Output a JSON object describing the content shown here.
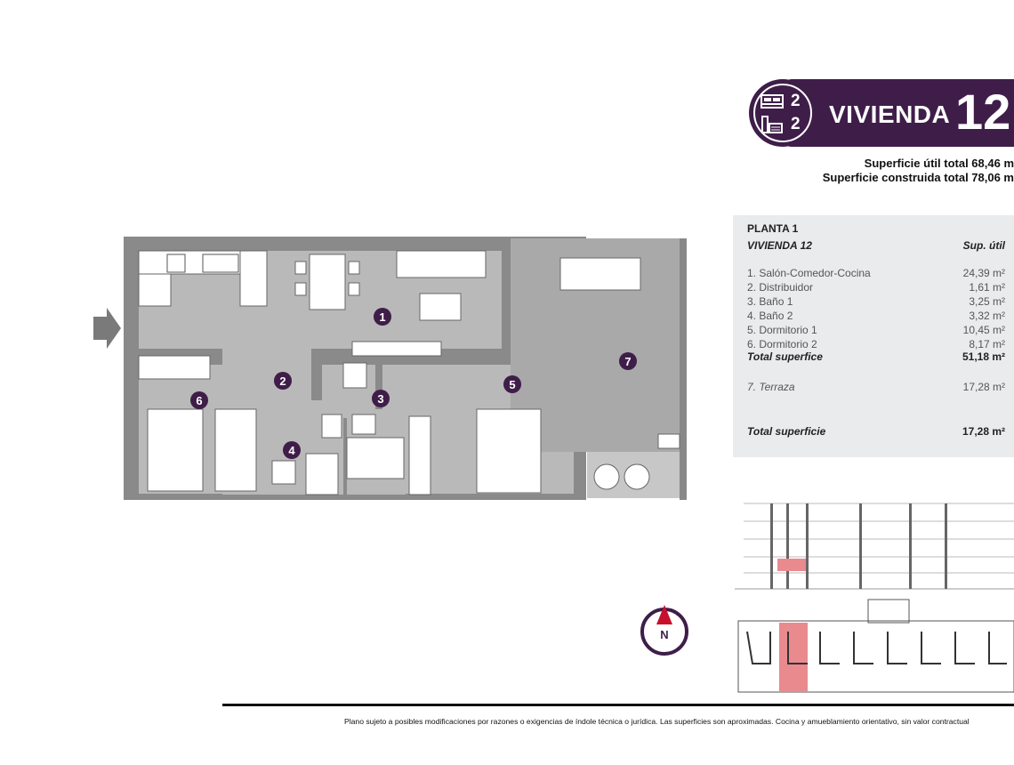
{
  "header": {
    "bedrooms": "2",
    "bathrooms": "2",
    "label": "VIVIENDA",
    "number": "12"
  },
  "totals": {
    "useful": "Superficie útil total 68,46 m",
    "built": "Superficie construida total 78,06 m"
  },
  "table": {
    "floor": "PLANTA 1",
    "unit": "VIVIENDA 12",
    "col_header": "Sup. útil",
    "rooms": [
      {
        "label": "1. Salón-Comedor-Cocina",
        "value": "24,39 m²"
      },
      {
        "label": "2. Distribuidor",
        "value": "1,61 m²"
      },
      {
        "label": "3. Baño 1",
        "value": "3,25 m²"
      },
      {
        "label": "4. Baño 2",
        "value": "3,32 m²"
      },
      {
        "label": "5. Dormitorio 1",
        "value": "10,45 m²"
      },
      {
        "label": "6. Dormitorio 2",
        "value": "8,17 m²"
      }
    ],
    "subtotal_label": "Total superfice",
    "subtotal_value": "51,18 m²",
    "terrace_label": "7. Terraza",
    "terrace_value": "17,28 m²",
    "total_label": "Total superficie",
    "total_value": "17,28 m²"
  },
  "plan": {
    "room_markers": [
      "1",
      "2",
      "3",
      "4",
      "5",
      "6",
      "7"
    ],
    "colors": {
      "wall": "#8a8a8a",
      "floor": "#b9b9b9",
      "terrace": "#a9a9a9",
      "marker": "#3f1d49"
    }
  },
  "compass": {
    "label": "N",
    "accent": "#c8102e"
  },
  "footer": {
    "note": "Plano sujeto a posibles modificaciones por razones o exigencias de índole técnica o jurídica. Las superficies son aproximadas. Cocina y amueblamiento orientativo, sin valor contractual"
  },
  "icons": {
    "entrance": "entrance-arrow-icon",
    "bed": "bed-icon",
    "bath": "bath-icon"
  }
}
